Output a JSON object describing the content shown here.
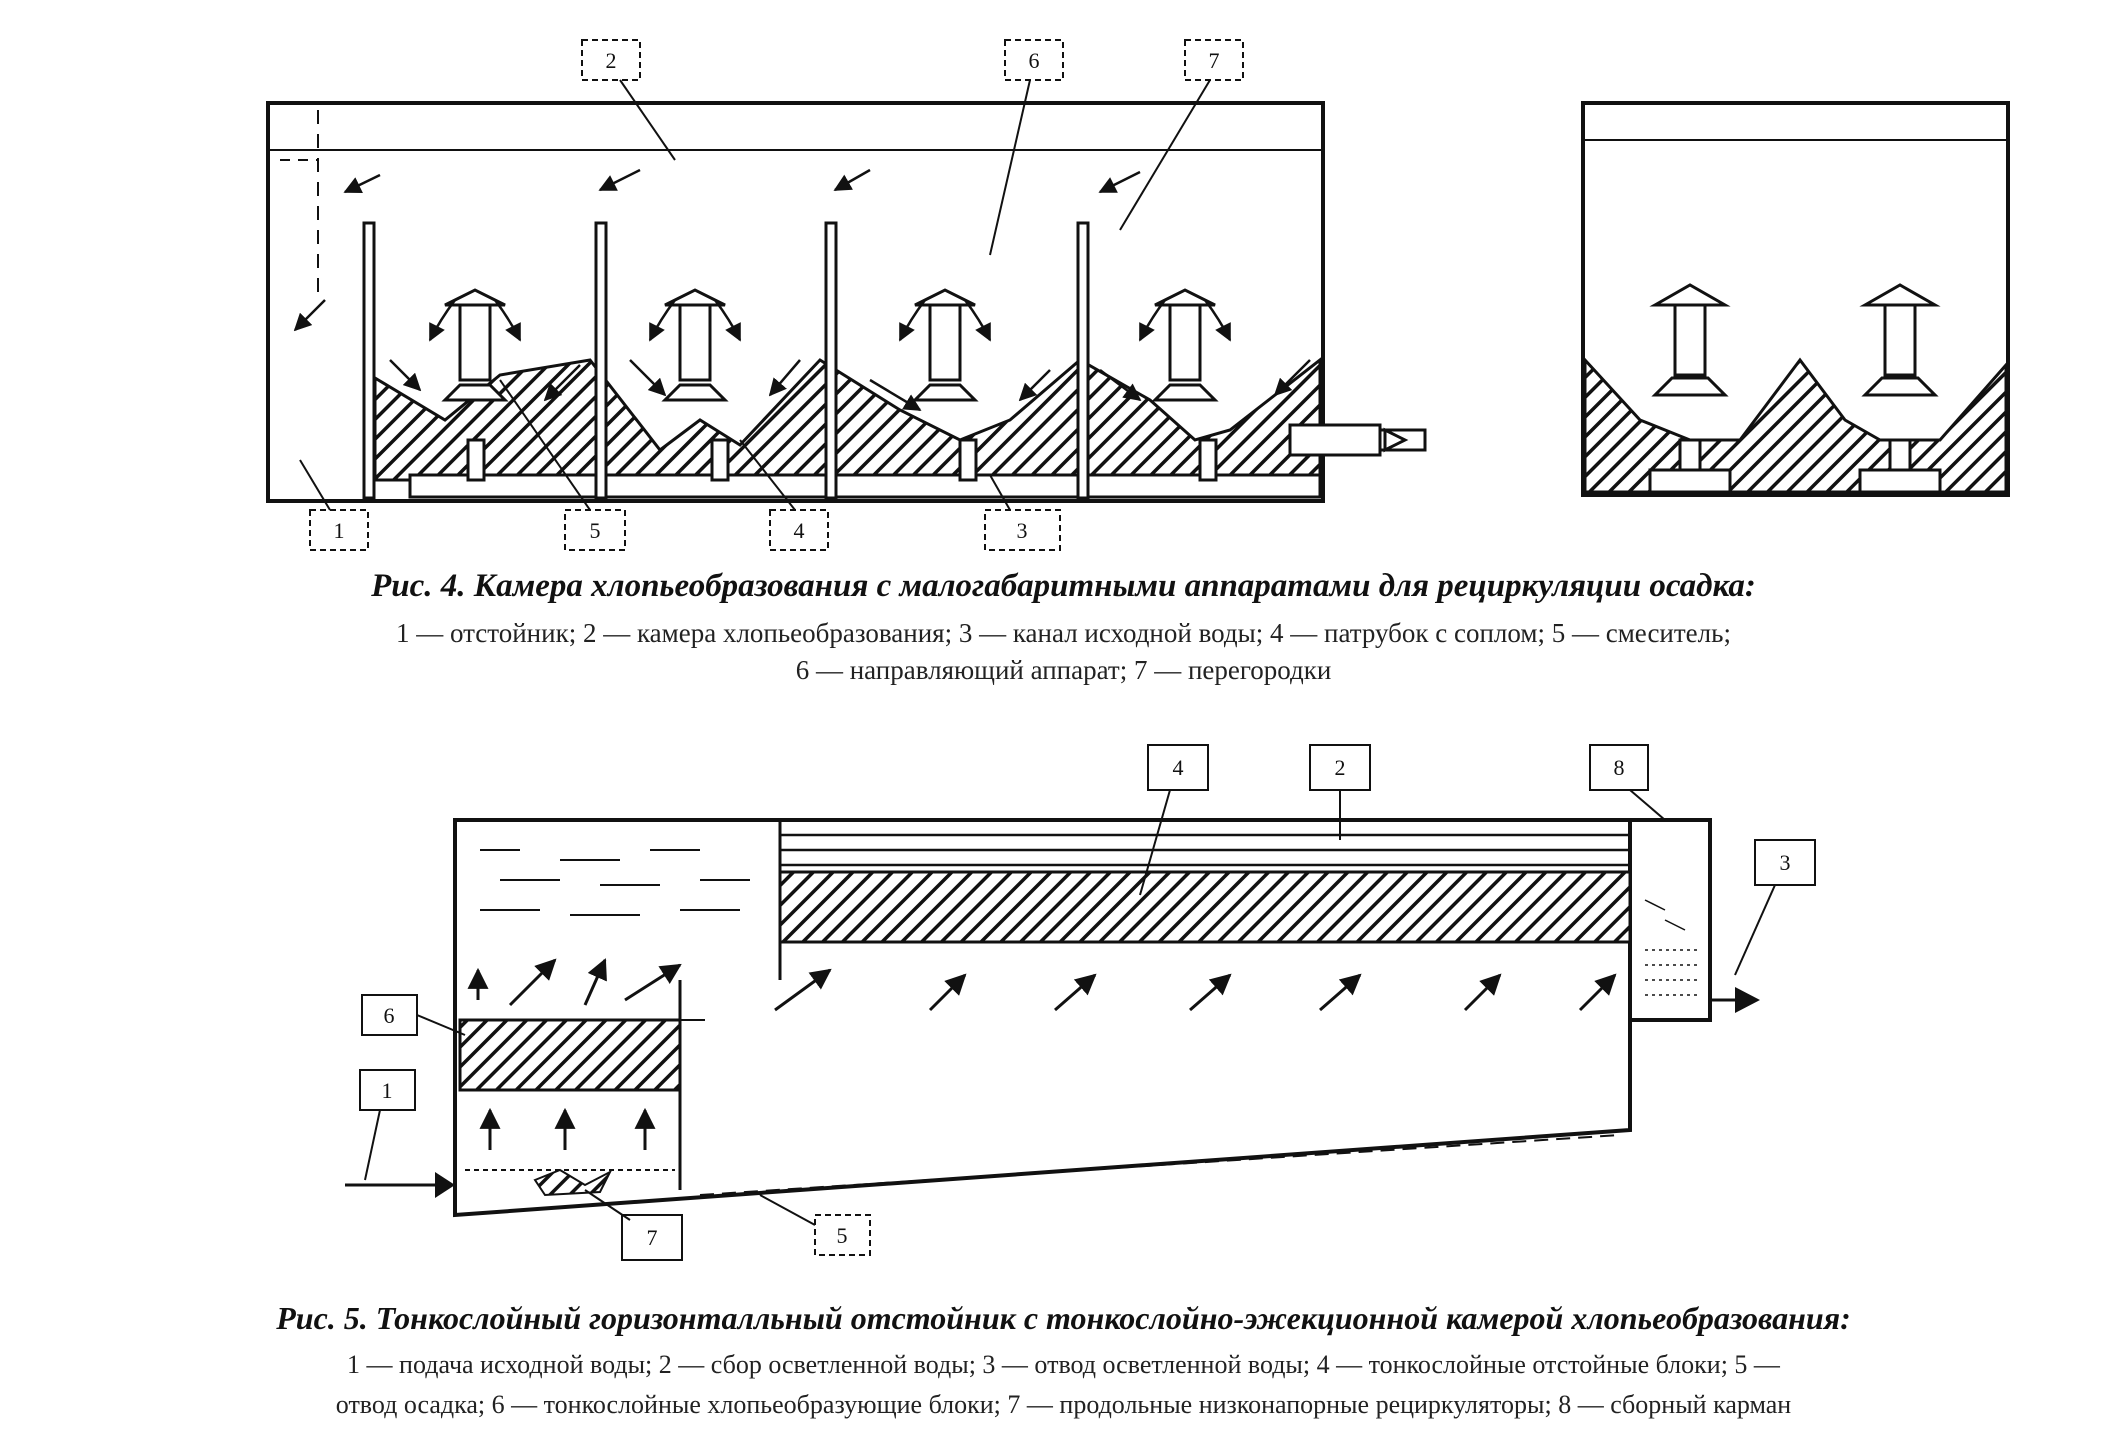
{
  "figure4": {
    "title": "Рис. 4. Камера хлопьеобразования с малогабаритными аппаратами для рециркуляции осадка:",
    "legend_line1": "1 — отстойник; 2 — камера хлопьеобразования; 3 — канал исходной воды; 4 — патрубок с соплом; 5 — смеситель;",
    "legend_line2": "6 — направляющий аппарат; 7 — перегородки",
    "callouts": [
      "1",
      "2",
      "3",
      "4",
      "5",
      "6",
      "7"
    ]
  },
  "figure5": {
    "title": "Рис. 5. Тонкослойный горизонталльный отстойник с тонкослойно-эжекционной камерой хлопьеобразования:",
    "legend_line1": "1 — подача исходной воды; 2 — сбор осветленной воды; 3 — отвод осветленной воды; 4 — тонкослойные отстойные блоки; 5 —",
    "legend_line2": "отвод осадка; 6 — тонкослойные хлопьеобразующие блоки; 7 — продольные низконапорные рециркуляторы; 8 — сборный карман",
    "callouts": [
      "1",
      "2",
      "3",
      "4",
      "5",
      "6",
      "7",
      "8"
    ]
  }
}
